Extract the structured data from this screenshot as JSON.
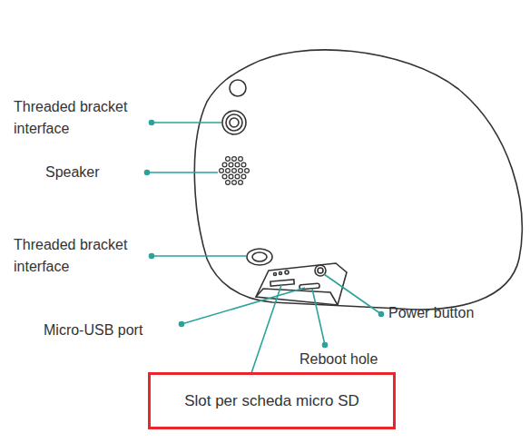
{
  "diagram": {
    "nodes": [
      {
        "text": [
          "Slot per scheda micro SD"
        ]
      }
    ],
    "labels": [
      "Threaded bracket interface",
      "Speaker",
      "Threaded bracket interface",
      "Micro-USB port",
      "Reboot hole",
      "Power button"
    ]
  }
}
